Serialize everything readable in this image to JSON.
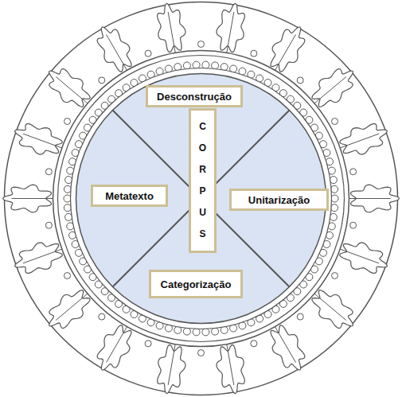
{
  "diagram": {
    "nodes": [
      {
        "text": [
          "Desconstrução"
        ]
      },
      {
        "text": [
          "Metatexto"
        ]
      },
      {
        "text": [
          "CORPUS"
        ]
      },
      {
        "text": [
          "Unitarização"
        ]
      },
      {
        "text": [
          "Categorização"
        ]
      }
    ]
  }
}
